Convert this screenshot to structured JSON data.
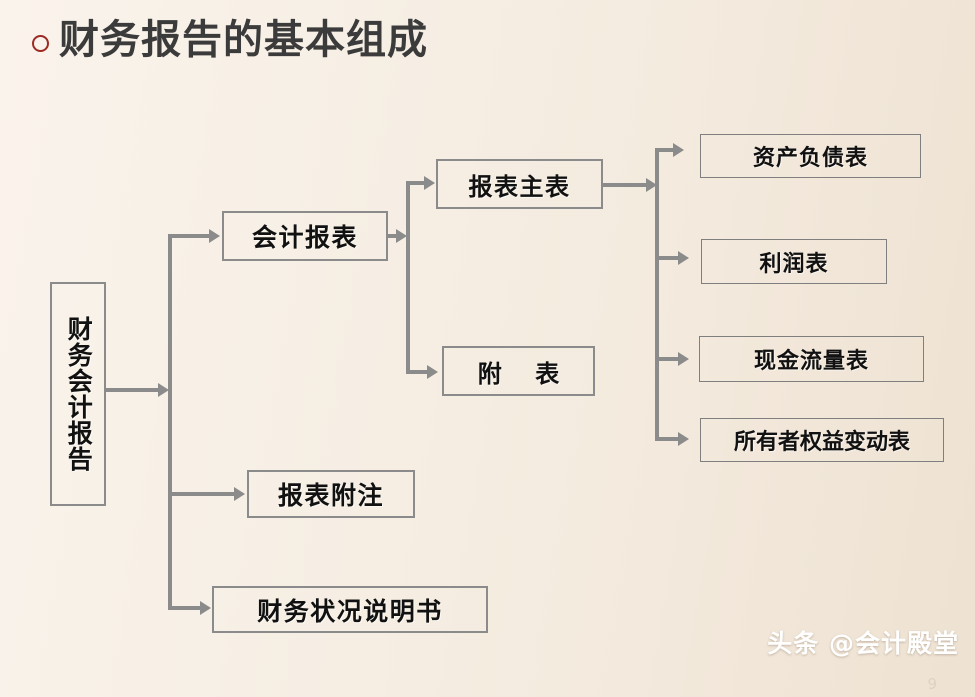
{
  "slide": {
    "title": "财务报告的基本组成",
    "bullet_icon": "circle-outline-icon",
    "bullet_color": "#9c2b23",
    "background_color": "#f6eee3",
    "box_border_color": "#8b8b8b",
    "connector_color": "#8b8b8b",
    "text_color": "#111111"
  },
  "diagram": {
    "root": {
      "label": "财务会计报告",
      "orientation": "vertical"
    },
    "level1": [
      {
        "label": "会计报表"
      },
      {
        "label": "报表附注"
      },
      {
        "label": "财务状况说明书"
      }
    ],
    "level2": [
      {
        "label": "报表主表"
      },
      {
        "label": "附    表"
      }
    ],
    "level3": [
      {
        "label": "资产负债表"
      },
      {
        "label": "利润表"
      },
      {
        "label": "现金流量表"
      },
      {
        "label": "所有者权益变动表"
      }
    ]
  },
  "watermark": {
    "text": "头条 @会计殿堂",
    "page_number": "9"
  }
}
